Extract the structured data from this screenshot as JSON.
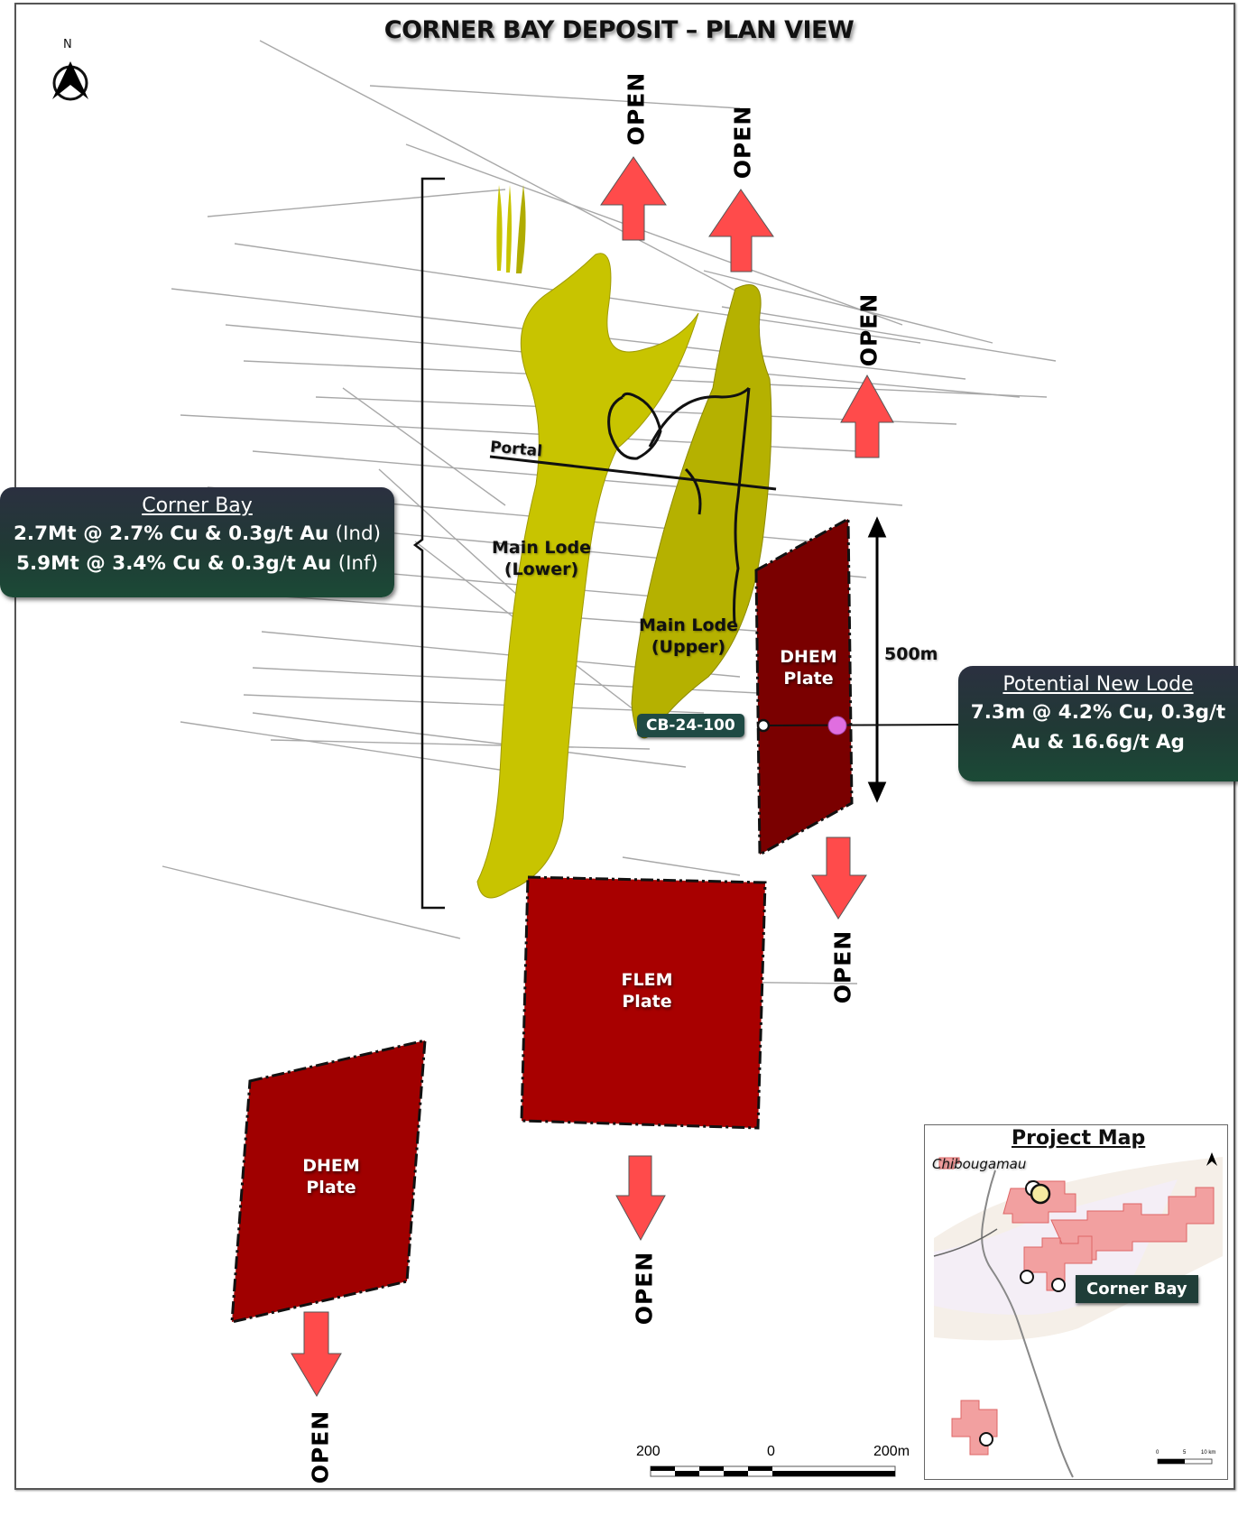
{
  "title": "CORNER BAY DEPOSIT – PLAN VIEW",
  "north_arrow": {
    "label": "N",
    "icon": "north-arrow-icon"
  },
  "corner_bay_callout": {
    "heading": "Corner Bay",
    "line1": "2.7Mt @ 2.7% Cu & 0.3g/t Au",
    "line1_class": "(Ind)",
    "line2": "5.9Mt @ 3.4% Cu & 0.3g/t Au",
    "line2_class": "(Inf)"
  },
  "new_lode_callout": {
    "heading": "Potential New Lode",
    "line1": "7.3m @ 4.2% Cu, 0.3g/t",
    "line2": "Au & 16.6g/t Ag"
  },
  "labels": {
    "portal": "Portal",
    "main_lode_lower_1": "Main Lode",
    "main_lode_lower_2": "(Lower)",
    "main_lode_upper_1": "Main Lode",
    "main_lode_upper_2": "(Upper)",
    "dhem_plate_1a": "DHEM",
    "dhem_plate_1b": "Plate",
    "flem_plate_a": "FLEM",
    "flem_plate_b": "Plate",
    "dhem_plate_2a": "DHEM",
    "dhem_plate_2b": "Plate",
    "dimension": "500m",
    "drillhole": "CB-24-100"
  },
  "open_arrows": [
    {
      "label": "OPEN",
      "direction": "up"
    },
    {
      "label": "OPEN",
      "direction": "up"
    },
    {
      "label": "OPEN",
      "direction": "up"
    },
    {
      "label": "OPEN",
      "direction": "down"
    },
    {
      "label": "OPEN",
      "direction": "down"
    },
    {
      "label": "OPEN",
      "direction": "down"
    }
  ],
  "scale_bar": {
    "left": "200",
    "middle": "0",
    "right": "200m"
  },
  "inset": {
    "heading": "Project Map",
    "city": "Chibougamau",
    "project_label": "Corner Bay",
    "scale": {
      "t0": "0",
      "t1": "5",
      "t2": "10 km"
    }
  },
  "colors": {
    "lode_yellow": "#c8c400",
    "plate_red": "#a80000",
    "plate_dark_red": "#7a0000",
    "open_arrow": "#ff4b4b",
    "callout_dark": "#23353a",
    "intercept_magenta": "#e06ee0",
    "claims_pink": "#f2a0a0"
  }
}
